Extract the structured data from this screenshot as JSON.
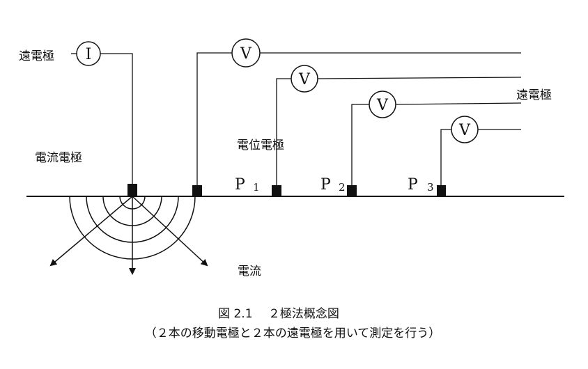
{
  "labels": {
    "remote_electrode_left": "遠電極",
    "remote_electrode_right": "遠電極",
    "current_electrode": "電流電極",
    "potential_electrode": "電位電極",
    "current": "電流"
  },
  "meters": {
    "ammeter": "I",
    "voltmeter_1": "V",
    "voltmeter_2": "V",
    "voltmeter_3": "V",
    "voltmeter_4": "V"
  },
  "points": {
    "p1_letter": "P",
    "p1_num": "1",
    "p2_letter": "P",
    "p2_num": "2",
    "p3_letter": "P",
    "p3_num": "3"
  },
  "caption": {
    "title": "図 2.1 　２極法概念図",
    "subtitle": "（２本の移動電極と２本の遠電極を用いて測定を行う）"
  }
}
